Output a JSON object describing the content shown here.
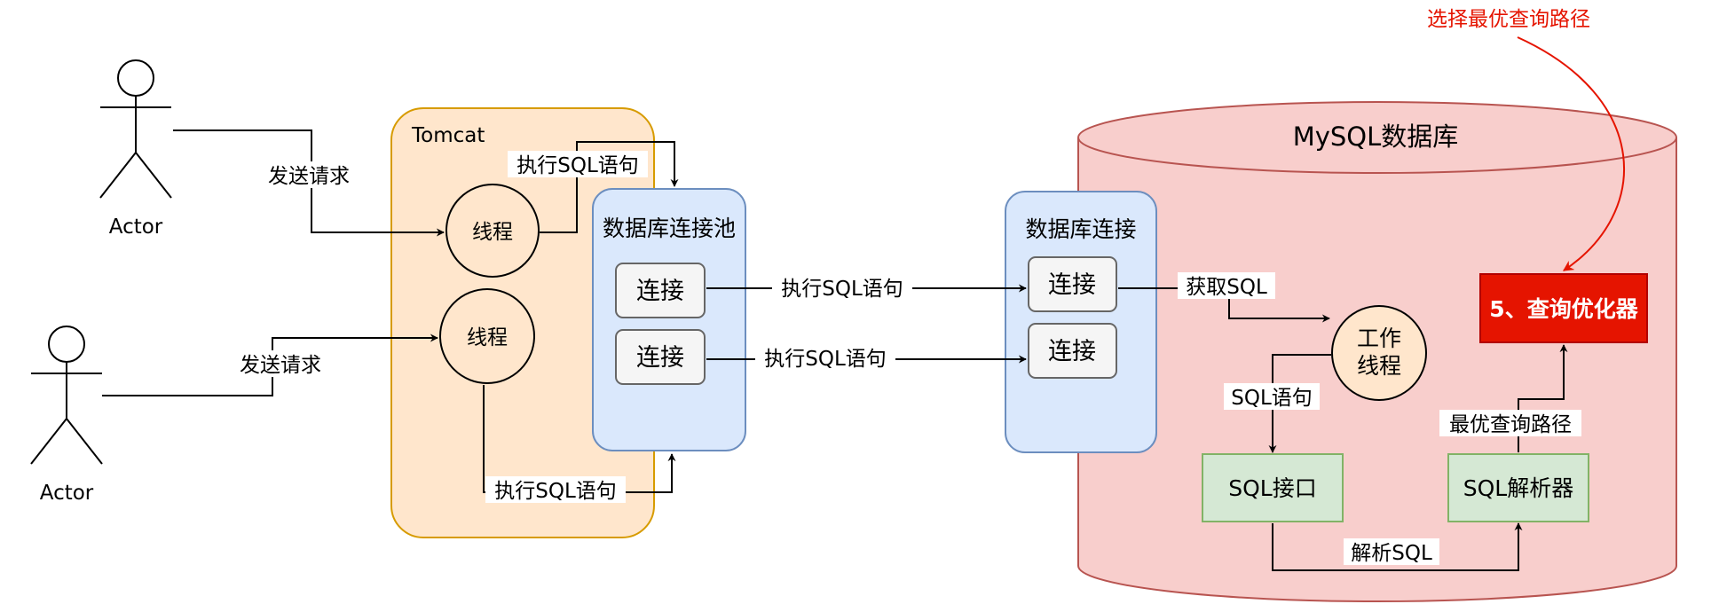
{
  "actors": {
    "top": "Actor",
    "bottom": "Actor"
  },
  "tomcat": {
    "title": "Tomcat",
    "thread_top": "线程",
    "thread_bottom": "线程",
    "pool_title": "数据库连接池",
    "pool_conn_1": "连接",
    "pool_conn_2": "连接"
  },
  "db_conn": {
    "title": "数据库连接",
    "conn_1": "连接",
    "conn_2": "连接"
  },
  "mysql": {
    "title": "MySQL数据库",
    "worker_line1": "工作",
    "worker_line2": "线程",
    "sql_interface": "SQL接口",
    "sql_parser": "SQL解析器",
    "optimizer": "5、查询优化器"
  },
  "edges": {
    "send_request_1": "发送请求",
    "send_request_2": "发送请求",
    "exec_sql_top": "执行SQL语句",
    "exec_sql_bottom": "执行SQL语句",
    "exec_sql_conn1": "执行SQL语句",
    "exec_sql_conn2": "执行SQL语句",
    "get_sql": "获取SQL",
    "sql_stmt": "SQL语句",
    "parse_sql": "解析SQL",
    "best_path": "最优查询路径"
  },
  "annotation": "选择最优查询路径",
  "colors": {
    "tomcat_fill": "#ffe6cc",
    "tomcat_stroke": "#d79b00",
    "pool_fill": "#dae8fc",
    "pool_stroke": "#6c8ebf",
    "conn_fill": "#f5f5f5",
    "conn_stroke": "#666666",
    "worker_fill": "#ffe6cc",
    "db_fill": "#f8cecc",
    "db_stroke": "#b85450",
    "green_fill": "#d5e8d4",
    "green_stroke": "#82b366",
    "optimizer_fill": "#e51400",
    "optimizer_stroke": "#b20000",
    "annotation": "#e51400"
  }
}
